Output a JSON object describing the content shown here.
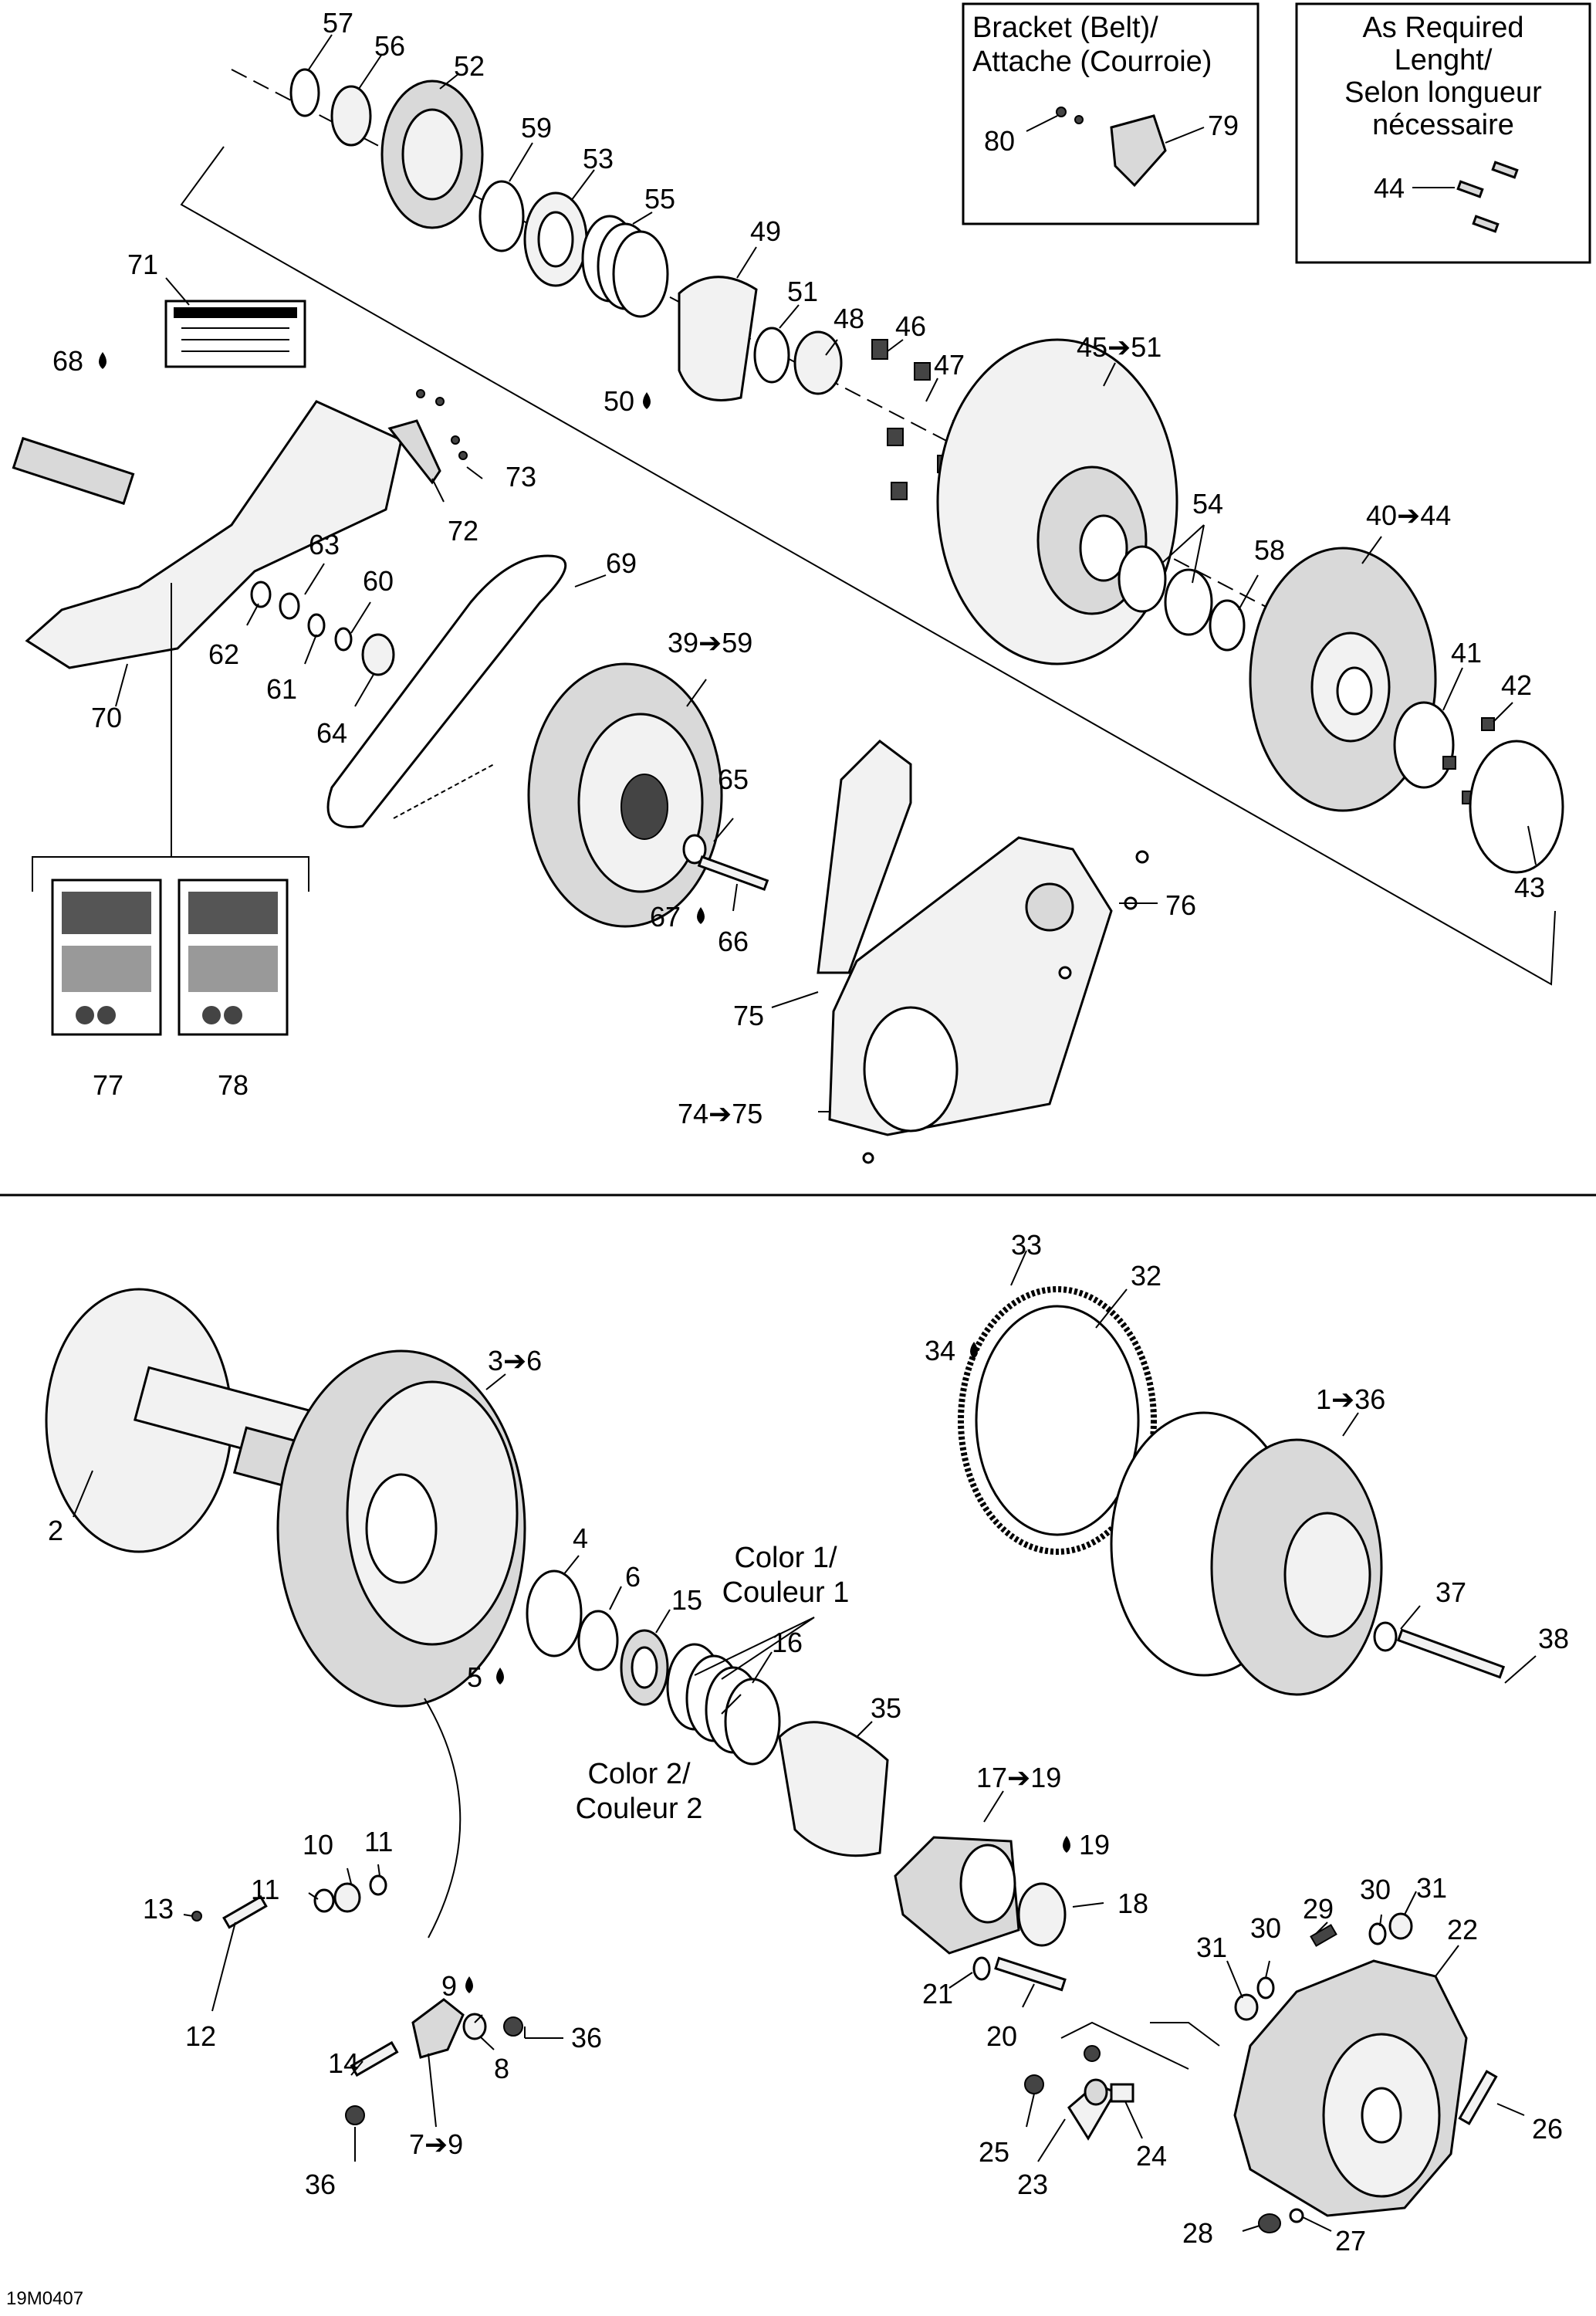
{
  "boxes": {
    "bracket_line1": "Bracket (Belt)/",
    "bracket_line2": "Attache (Courroie)",
    "required_line1": "As Required",
    "required_line2": "Lenght/",
    "required_line3": "Selon longueur",
    "required_line4": "nécessaire"
  },
  "annotations": {
    "color1_line1": "Color 1/",
    "color1_line2": "Couleur 1",
    "color2_line1": "Color 2/",
    "color2_line2": "Couleur 2"
  },
  "diagram_code": "19M0407",
  "callouts_top": {
    "p57": "57",
    "p56": "56",
    "p52": "52",
    "p59": "59",
    "p53": "53",
    "p55": "55",
    "p49": "49",
    "p51": "51",
    "p48": "48",
    "p46": "46",
    "p47": "47",
    "p50": "50",
    "p71": "71",
    "p68": "68",
    "p73": "73",
    "p72": "72",
    "p63": "63",
    "p60": "60",
    "p62": "62",
    "p61": "61",
    "p64": "64",
    "p69": "69",
    "p70": "70",
    "p45_51": "45➔51",
    "p54": "54",
    "p58": "58",
    "p40_44": "40➔44",
    "p39_59": "39➔59",
    "p65": "65",
    "p41": "41",
    "p42": "42",
    "p43": "43",
    "p67": "67",
    "p66": "66",
    "p76": "76",
    "p75": "75",
    "p74_75": "74➔75",
    "p77": "77",
    "p78": "78",
    "p80": "80",
    "p79": "79",
    "p44": "44"
  },
  "callouts_bottom": {
    "p33": "33",
    "p32": "32",
    "p34": "34",
    "p3_6": "3➔6",
    "p1_36": "1➔36",
    "p2": "2",
    "p4": "4",
    "p6": "6",
    "p15": "15",
    "p16": "16",
    "p5": "5",
    "p37": "37",
    "p38": "38",
    "p35": "35",
    "p17_19": "17➔19",
    "p19": "19",
    "p18": "18",
    "p10": "10",
    "p11a": "11",
    "p11b": "11",
    "p13": "13",
    "p12": "12",
    "p9": "9",
    "p36a": "36",
    "p14": "14",
    "p8": "8",
    "p7_9": "7➔9",
    "p36b": "36",
    "p21": "21",
    "p20": "20",
    "p29": "29",
    "p30a": "30",
    "p31a": "31",
    "p31b": "31",
    "p30b": "30",
    "p22": "22",
    "p25": "25",
    "p24": "24",
    "p23": "23",
    "p26": "26",
    "p28": "28",
    "p27": "27"
  }
}
